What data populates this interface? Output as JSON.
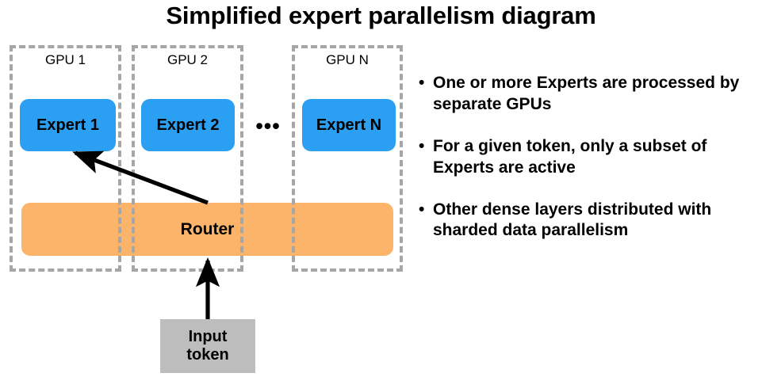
{
  "title": "Simplified expert parallelism diagram",
  "colors": {
    "expert": "#2BA0F2",
    "router": "#FBB469",
    "input_token": "#BDBDBD",
    "dashed_border": "#A6A6A6",
    "text": "#000000",
    "background": "#FFFFFF"
  },
  "diagram": {
    "gpus": [
      {
        "label": "GPU 1",
        "expert": "Expert 1"
      },
      {
        "label": "GPU 2",
        "expert": "Expert 2"
      },
      {
        "label": "GPU N",
        "expert": "Expert N"
      }
    ],
    "ellipsis": "•••",
    "router": "Router",
    "input_token_line1": "Input",
    "input_token_line2": "token"
  },
  "bullets": [
    {
      "marker": "•",
      "text": "One or more Experts are processed by separate GPUs"
    },
    {
      "marker": "•",
      "text": "For a given token, only a subset of Experts are active"
    },
    {
      "marker": "•",
      "text": "Other dense layers distributed with sharded data parallelism"
    }
  ]
}
